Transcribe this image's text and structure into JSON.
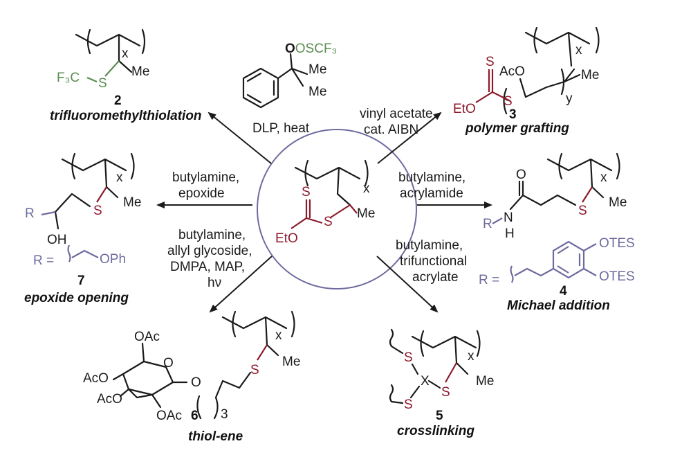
{
  "center": {
    "x": "x",
    "s1": "S",
    "s2": "S",
    "eto": "EtO",
    "me": "Me"
  },
  "p2": {
    "x": "x",
    "cf3": "F₃C",
    "s": "S",
    "me": "Me",
    "number": "2",
    "label": "trifluoromethylthiolation"
  },
  "reagent_top": {
    "oscf3": "OSCF₃",
    "me1": "Me",
    "me2": "Me",
    "conditions": "DLP, heat"
  },
  "p3": {
    "aco": "AcO",
    "x": "x",
    "y": "y",
    "me": "Me",
    "s1": "S",
    "s2": "S",
    "eto": "EtO",
    "number": "3",
    "label": "polymer grafting"
  },
  "cond_graft": {
    "line1": "vinyl acetate",
    "line2": "cat. AIBN"
  },
  "p7": {
    "x": "x",
    "r": "R",
    "oh": "OH",
    "s": "S",
    "me": "Me",
    "r_def": "R =",
    "oph": "OPh",
    "number": "7",
    "label": "epoxide opening"
  },
  "cond_epox": {
    "line1": "butylamine,",
    "line2": "epoxide"
  },
  "p4": {
    "x": "x",
    "o": "O",
    "r": "R",
    "nh": "N",
    "h": "H",
    "s": "S",
    "me": "Me",
    "r_def": "R =",
    "otes1": "OTES",
    "otes2": "OTES",
    "number": "4",
    "label": "Michael addition"
  },
  "cond_michael": {
    "line1": "butylamine,",
    "line2": "acrylamide"
  },
  "cond_thiolene": {
    "line1": "butylamine,",
    "line2": "allyl glycoside,",
    "line3": "DMPA, MAP,",
    "line4": "hν"
  },
  "p6": {
    "x": "x",
    "oac1": "OAc",
    "aco1": "AcO",
    "aco2": "AcO",
    "oac2": "OAc",
    "o_ring": "O",
    "o_link": "O",
    "sub3": "3",
    "s": "S",
    "me": "Me",
    "number": "6",
    "label": "thiol-ene"
  },
  "cond_xlink": {
    "line1": "butylamine,",
    "line2": "trifunctional",
    "line3": "acrylate"
  },
  "p5": {
    "x": "x",
    "s1": "S",
    "s2": "S",
    "s3": "S",
    "xc": "X",
    "me": "Me",
    "number": "5",
    "label": "crosslinking"
  }
}
